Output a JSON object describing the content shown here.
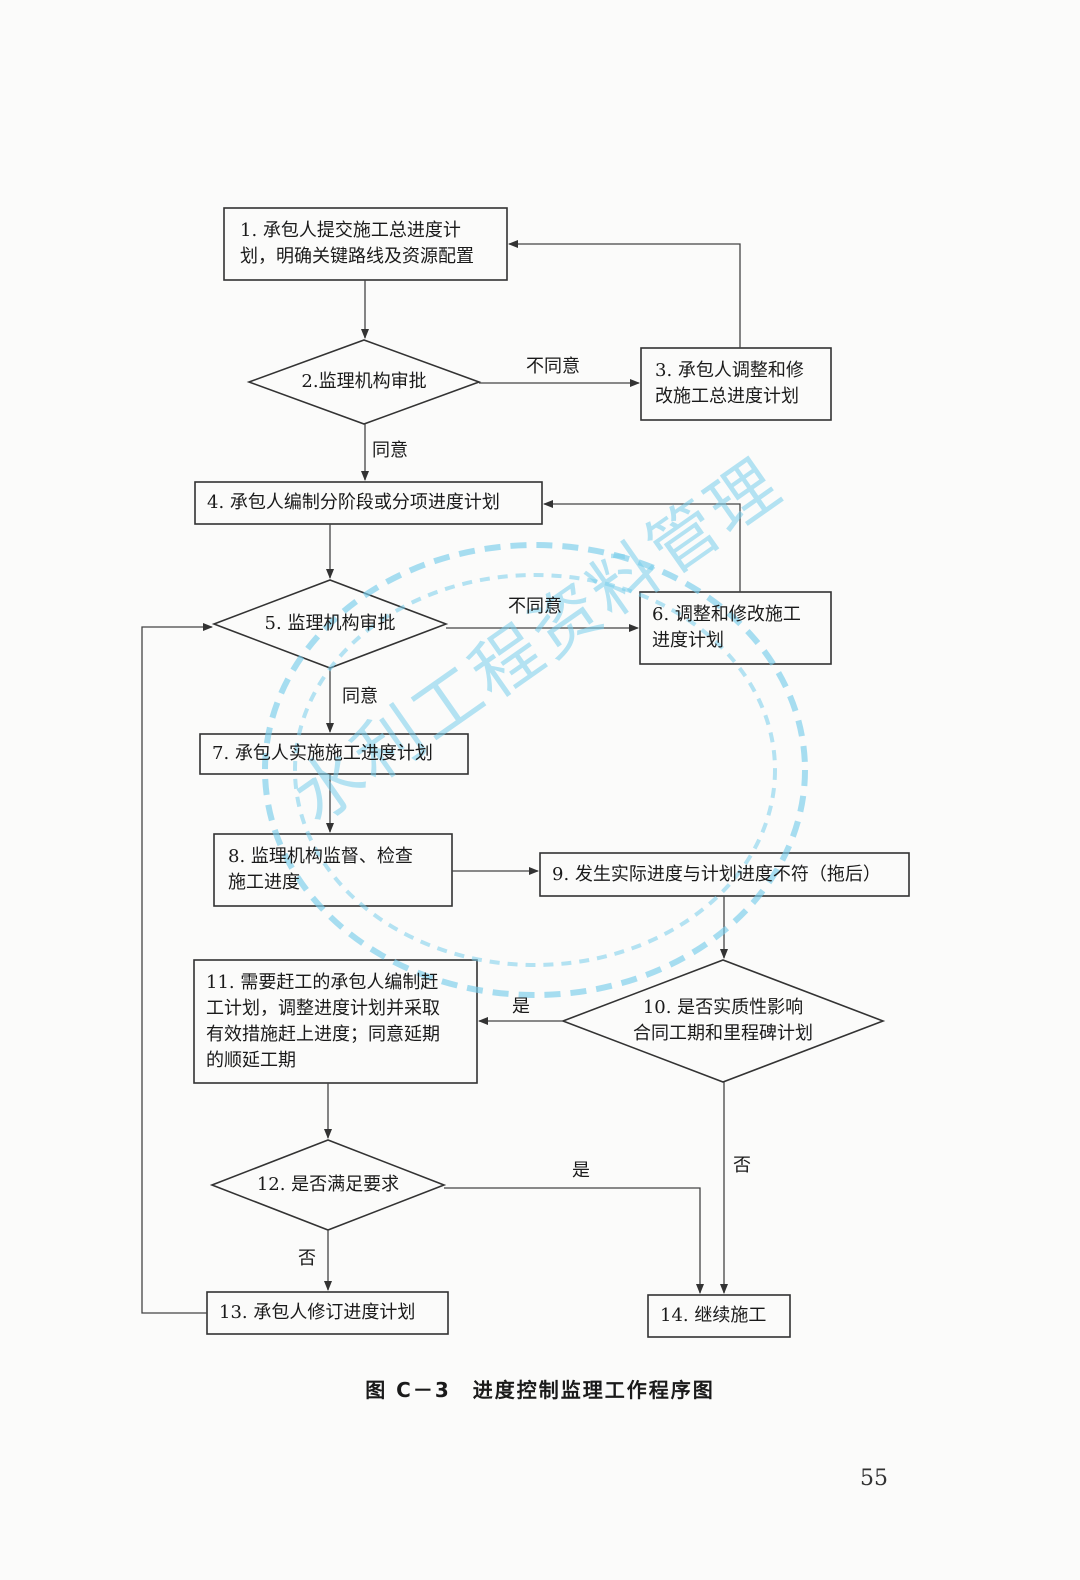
{
  "nodes": [
    {
      "id": "n1",
      "shape": "rect",
      "lines": [
        "1. 承包人提交施工总进度计",
        "划，明确关键路线及资源配置"
      ]
    },
    {
      "id": "n2",
      "shape": "diamond",
      "lines": [
        "2.监理机构审批"
      ]
    },
    {
      "id": "n3",
      "shape": "rect",
      "lines": [
        "3. 承包人调整和修",
        "改施工总进度计划"
      ]
    },
    {
      "id": "n4",
      "shape": "rect",
      "lines": [
        "4. 承包人编制分阶段或分项进度计划"
      ]
    },
    {
      "id": "n5",
      "shape": "diamond",
      "lines": [
        "5. 监理机构审批"
      ]
    },
    {
      "id": "n6",
      "shape": "rect",
      "lines": [
        "6. 调整和修改施工",
        "进度计划"
      ]
    },
    {
      "id": "n7",
      "shape": "rect",
      "lines": [
        "7. 承包人实施施工进度计划"
      ]
    },
    {
      "id": "n8",
      "shape": "rect",
      "lines": [
        "8. 监理机构监督、检查",
        "施工进度"
      ]
    },
    {
      "id": "n9",
      "shape": "rect",
      "lines": [
        "9. 发生实际进度与计划进度不符（拖后）"
      ]
    },
    {
      "id": "n10",
      "shape": "diamond",
      "lines": [
        "10. 是否实质性影响",
        "合同工期和里程碑计划"
      ]
    },
    {
      "id": "n11",
      "shape": "rect",
      "lines": [
        "11. 需要赶工的承包人编制赶",
        "工计划，调整进度计划并采取",
        "有效措施赶上进度；同意延期",
        "的顺延工期"
      ]
    },
    {
      "id": "n12",
      "shape": "diamond",
      "lines": [
        "12. 是否满足要求"
      ]
    },
    {
      "id": "n13",
      "shape": "rect",
      "lines": [
        "13. 承包人修订进度计划"
      ]
    },
    {
      "id": "n14",
      "shape": "rect",
      "lines": [
        "14. 继续施工"
      ]
    }
  ],
  "edges": [
    {
      "from": "n1",
      "to": "n2",
      "label": ""
    },
    {
      "from": "n2",
      "to": "n3",
      "label": "不同意"
    },
    {
      "from": "n3",
      "to": "n1",
      "label": ""
    },
    {
      "from": "n2",
      "to": "n4",
      "label": "同意"
    },
    {
      "from": "n4",
      "to": "n5",
      "label": ""
    },
    {
      "from": "n5",
      "to": "n6",
      "label": "不同意"
    },
    {
      "from": "n6",
      "to": "n4",
      "label": ""
    },
    {
      "from": "n5",
      "to": "n7",
      "label": "同意"
    },
    {
      "from": "n7",
      "to": "n8",
      "label": ""
    },
    {
      "from": "n8",
      "to": "n9",
      "label": ""
    },
    {
      "from": "n9",
      "to": "n10",
      "label": ""
    },
    {
      "from": "n10",
      "to": "n11",
      "label": "是"
    },
    {
      "from": "n10",
      "to": "n14",
      "label": "否"
    },
    {
      "from": "n11",
      "to": "n12",
      "label": ""
    },
    {
      "from": "n12",
      "to": "n14",
      "label": "是"
    },
    {
      "from": "n12",
      "to": "n13",
      "label": "否"
    },
    {
      "from": "n13",
      "to": "n5",
      "label": ""
    }
  ],
  "caption": "图 C－3　进度控制监理工作程序图",
  "page_number": "55",
  "watermark": {
    "text": "水利工程资料管理",
    "color": "#7ccdeb"
  }
}
